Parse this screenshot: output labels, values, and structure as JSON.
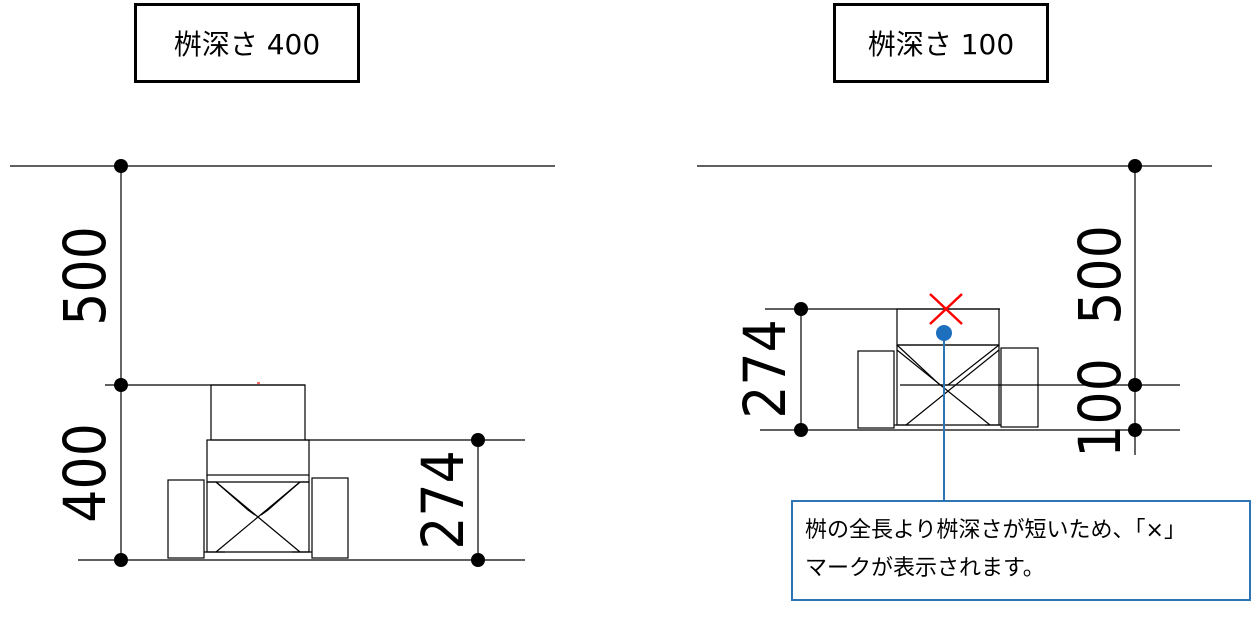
{
  "left_panel": {
    "title": "桝深さ 400",
    "dim_upper": "500",
    "dim_lower": "400",
    "dim_height": "274"
  },
  "right_panel": {
    "title": "桝深さ 100",
    "dim_height": "274",
    "dim_upper": "500",
    "dim_lower": "100"
  },
  "callout": {
    "line1": "桝の全長より桝深さが短いため、「×」",
    "line2": "マークが表示されます。"
  },
  "colors": {
    "line": "#000000",
    "x_mark": "#ff0000",
    "pointer": "#2e75b6",
    "pointer_dot": "#1f6fbf"
  },
  "icons": [
    "x-mark-icon",
    "dimension-node-dot"
  ]
}
